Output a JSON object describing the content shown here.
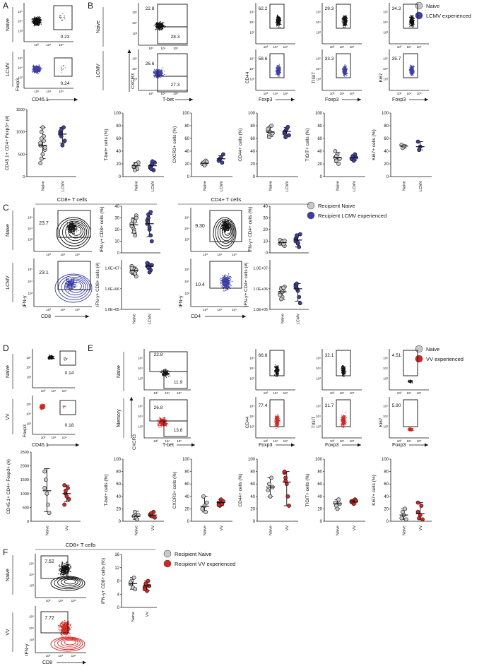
{
  "colors": {
    "naive": "#c8c8c8",
    "lcmv": "#3d3fa6",
    "vv": "#d8241f",
    "dots": "#111111",
    "blue_dots": "#3d3fa6",
    "red_dots": "#d8241f"
  },
  "panel_letters": [
    "A",
    "B",
    "C",
    "D",
    "E",
    "F"
  ],
  "legend_top": {
    "naive": "Naive",
    "lcmv": "LCMV experienced"
  },
  "legend_c": {
    "naive": "Recipient Naive",
    "lcmv": "Recipient LCMV experienced"
  },
  "legend_d": {
    "naive": "Naive",
    "vv": "VV experienced"
  },
  "legend_f": {
    "naive": "Recipient Naive",
    "vv": "Recipient VV experienced"
  },
  "row_labels": {
    "naive": "Naive",
    "lcmv": "LCMV",
    "vv": "VV",
    "memory": "Memory"
  },
  "axis_labels": {
    "foxp3": "Foxp3",
    "cd45": "CD45.1",
    "cxcr3": "CXCR3",
    "tbet": "T-bet",
    "cd44": "CD44",
    "tigit": "TIGIT",
    "ki67": "Ki67",
    "ifng": "IFN-γ",
    "cd8": "CD8",
    "cd4": "CD4"
  },
  "headers": {
    "cd8": "CD8+ T cells",
    "cd4": "CD4+ T cells"
  },
  "flow_values": {
    "A": {
      "naive": "0.23",
      "lcmv": "0.24"
    },
    "B_cxcr3": {
      "naive_tl": "22.8",
      "naive_br": "28.3",
      "lcmv_tl": "26.6",
      "lcmv_br": "27.3"
    },
    "B_cd44": {
      "naive": "62.2",
      "lcmv": "58.6"
    },
    "B_tigit": {
      "naive": "29.3",
      "lcmv": "33.3"
    },
    "B_ki67": {
      "naive": "34.3",
      "lcmv": "35.7"
    },
    "C_cd8": {
      "naive": "23.7",
      "lcmv": "23.1"
    },
    "C_cd4": {
      "naive": "9.30",
      "lcmv": "10.4"
    },
    "D": {
      "naive": "0.14",
      "vv": "0.18"
    },
    "E_cxcr3": {
      "naive_tl": "22.8",
      "naive_br": "11.9",
      "mem_tl": "26.8",
      "mem_br": "13.8"
    },
    "E_cd44": {
      "naive": "66.8",
      "vv": "77.4"
    },
    "E_tigit": {
      "naive": "32.1",
      "vv": "31.7"
    },
    "E_ki67": {
      "naive": "4.51",
      "vv": "5.90"
    },
    "F": {
      "naive": "7.52",
      "vv": "7.72"
    }
  },
  "chart_data": [
    {
      "id": "A_count",
      "type": "scatter",
      "ylabel": "CD45.1+ CD4+ Foxp3+ (#)",
      "yticks": [
        "0",
        "500",
        "1000",
        "1500"
      ],
      "ylim": [
        0,
        1500
      ],
      "categories": [
        "Naive",
        "LCMV"
      ],
      "series": [
        {
          "values": [
            700,
            1000,
            500,
            800,
            600,
            300,
            400,
            1100,
            900,
            650,
            750,
            850
          ]
        },
        {
          "values": [
            1000,
            900,
            700,
            1100,
            800,
            950,
            1050
          ]
        }
      ],
      "summary": [
        {
          "median": 700,
          "lo": 400,
          "hi": 1100
        },
        {
          "median": 950,
          "lo": 750,
          "hi": 1100
        }
      ]
    },
    {
      "id": "B_tbet",
      "type": "scatter",
      "ylabel": "T-bet+ cells (%)",
      "yticks": [
        "0",
        "20",
        "40",
        "60",
        "80",
        "100"
      ],
      "ylim": [
        0,
        100
      ],
      "categories": [
        "Naive",
        "LCMV"
      ],
      "series": [
        {
          "values": [
            15,
            18,
            20,
            12,
            22,
            16,
            10,
            19
          ]
        },
        {
          "values": [
            14,
            18,
            20,
            10,
            22,
            16,
            12,
            24
          ]
        }
      ],
      "summary": [
        {
          "median": 17,
          "lo": 12,
          "hi": 22
        },
        {
          "median": 17,
          "lo": 12,
          "hi": 23
        }
      ]
    },
    {
      "id": "B_cxcr3",
      "type": "scatter",
      "ylabel": "CXCR3+ cells (%)",
      "yticks": [
        "0",
        "20",
        "40",
        "60",
        "80",
        "100"
      ],
      "ylim": [
        0,
        100
      ],
      "categories": [
        "Naive",
        "LCMV"
      ],
      "series": [
        {
          "values": [
            20,
            22,
            18,
            25,
            23
          ]
        },
        {
          "values": [
            25,
            28,
            30,
            22,
            35
          ]
        }
      ],
      "summary": [
        {
          "median": 21,
          "lo": 18,
          "hi": 24
        },
        {
          "median": 28,
          "lo": 23,
          "hi": 33
        }
      ]
    },
    {
      "id": "B_cd44",
      "type": "scatter",
      "ylabel": "CD44+ cells (%)",
      "yticks": [
        "0",
        "20",
        "40",
        "60",
        "80",
        "100"
      ],
      "ylim": [
        0,
        100
      ],
      "categories": [
        "Naive",
        "LCMV"
      ],
      "series": [
        {
          "values": [
            72,
            65,
            70,
            80,
            68,
            75,
            62
          ]
        },
        {
          "values": [
            68,
            72,
            75,
            78,
            65,
            70,
            62
          ]
        }
      ],
      "summary": [
        {
          "median": 70,
          "lo": 63,
          "hi": 79
        },
        {
          "median": 71,
          "lo": 64,
          "hi": 77
        }
      ]
    },
    {
      "id": "B_tigit",
      "type": "scatter",
      "ylabel": "TIGIT+ cells (%)",
      "yticks": [
        "0",
        "20",
        "40",
        "60",
        "80",
        "100"
      ],
      "ylim": [
        0,
        100
      ],
      "categories": [
        "Naive",
        "LCMV"
      ],
      "series": [
        {
          "values": [
            30,
            25,
            35,
            20,
            28,
            40,
            32
          ]
        },
        {
          "values": [
            28,
            32,
            25,
            35,
            30
          ]
        }
      ],
      "summary": [
        {
          "median": 30,
          "lo": 22,
          "hi": 38
        },
        {
          "median": 30,
          "lo": 25,
          "hi": 34
        }
      ]
    },
    {
      "id": "B_ki67",
      "type": "scatter",
      "ylabel": "Ki67+ cells (%)",
      "yticks": [
        "0",
        "20",
        "40",
        "60",
        "80",
        "100"
      ],
      "ylim": [
        0,
        100
      ],
      "categories": [
        "Naive",
        "LCMV"
      ],
      "series": [
        {
          "values": [
            50,
            45,
            48
          ]
        },
        {
          "values": [
            55,
            42,
            47
          ]
        }
      ],
      "summary": [
        {
          "median": 48,
          "lo": 45,
          "hi": 50
        },
        {
          "median": 47,
          "lo": 42,
          "hi": 55
        }
      ]
    },
    {
      "id": "C_cd8_pct",
      "type": "scatter",
      "ylabel": "IFN-γ+ CD8+ cells (%)",
      "yticks": [
        "0",
        "10",
        "20",
        "30",
        "40"
      ],
      "ylim": [
        0,
        40
      ],
      "categories": [],
      "series": [
        {
          "values": [
            24,
            28,
            20,
            15,
            32,
            25,
            22,
            18,
            27,
            30,
            23
          ]
        },
        {
          "values": [
            28,
            33,
            20,
            15,
            10,
            25,
            30,
            22,
            35
          ]
        }
      ],
      "summary": [
        {
          "median": 24,
          "lo": 17,
          "hi": 30
        },
        {
          "median": 25,
          "lo": 14,
          "hi": 33
        }
      ]
    },
    {
      "id": "C_cd8_num",
      "type": "scatter",
      "ylabel": "IFN-γ+ CD8+ cells (#)",
      "yticks": [
        "1.0E+05",
        "1.0E+06",
        "1.0E+07"
      ],
      "ylim": [
        5,
        7.4
      ],
      "categories": [
        "Naive",
        "LCMV"
      ],
      "series": [
        {
          "values": [
            6.8,
            6.9,
            7.0,
            6.7,
            6.6,
            7.1,
            6.85,
            6.95,
            6.75,
            6.9,
            7.0
          ]
        },
        {
          "values": [
            7.1,
            7.2,
            7.0,
            6.9,
            7.15,
            7.25,
            7.05,
            6.8
          ]
        }
      ],
      "summary": [
        {
          "median": 6.9,
          "lo": 6.7,
          "hi": 7.05
        },
        {
          "median": 7.1,
          "lo": 6.95,
          "hi": 7.2
        }
      ]
    },
    {
      "id": "C_cd4_pct",
      "type": "scatter",
      "ylabel": "IFN-γ+ CD4+ cells (%)",
      "yticks": [
        "0",
        "10",
        "20",
        "30",
        "40"
      ],
      "ylim": [
        0,
        40
      ],
      "categories": [],
      "series": [
        {
          "values": [
            8,
            9,
            10,
            7,
            6,
            11,
            8.5,
            9.5,
            7.5,
            10.5
          ]
        },
        {
          "values": [
            12,
            14,
            8,
            5,
            16,
            10,
            15,
            9
          ]
        }
      ],
      "summary": [
        {
          "median": 8.7,
          "lo": 7,
          "hi": 10.5
        },
        {
          "median": 11,
          "lo": 5,
          "hi": 16
        }
      ]
    },
    {
      "id": "C_cd4_num",
      "type": "scatter",
      "ylabel": "IFN-γ+ CD4+ cells (#)",
      "yticks": [
        "1.0E+05",
        "1.0E+06",
        "1.0E+07"
      ],
      "ylim": [
        5,
        7.4
      ],
      "categories": [
        "Naive",
        "LCMV"
      ],
      "series": [
        {
          "values": [
            5.8,
            6.0,
            5.6,
            5.9,
            6.1,
            5.7,
            5.5,
            5.85,
            6.05
          ]
        },
        {
          "values": [
            6.2,
            6.25,
            5.9,
            5.6,
            5.3,
            6.1,
            6.0
          ]
        }
      ],
      "summary": [
        {
          "median": 5.85,
          "lo": 5.5,
          "hi": 6.1
        },
        {
          "median": 6.0,
          "lo": 5.4,
          "hi": 6.25
        }
      ]
    },
    {
      "id": "D_count",
      "type": "scatter",
      "ylabel": "CD45.1+ CD4+ Foxp3+ (#)",
      "yticks": [
        "0",
        "500",
        "1000",
        "1500",
        "2000",
        "2500"
      ],
      "ylim": [
        0,
        2500
      ],
      "categories": [
        "Naive",
        "VV"
      ],
      "series": [
        {
          "values": [
            1800,
            1500,
            1000,
            600,
            300,
            1200
          ]
        },
        {
          "values": [
            1300,
            1000,
            900,
            1200,
            800,
            600,
            1100
          ]
        }
      ],
      "summary": [
        {
          "median": 1100,
          "lo": 350,
          "hi": 1900
        },
        {
          "median": 1000,
          "lo": 700,
          "hi": 1300
        }
      ]
    },
    {
      "id": "E_tbet",
      "type": "scatter",
      "ylabel": "T-bet+ cells (%)",
      "yticks": [
        "0",
        "20",
        "40",
        "60",
        "80",
        "100"
      ],
      "ylim": [
        0,
        100
      ],
      "categories": [
        "Naive",
        "VV"
      ],
      "series": [
        {
          "values": [
            8,
            15,
            5,
            3,
            10
          ]
        },
        {
          "values": [
            10,
            12,
            8,
            15,
            6,
            11,
            13
          ]
        }
      ],
      "summary": [
        {
          "median": 8,
          "lo": 3,
          "hi": 16
        },
        {
          "median": 10,
          "lo": 6,
          "hi": 14
        }
      ]
    },
    {
      "id": "E_cxcr3",
      "type": "scatter",
      "ylabel": "CXCR3+ cells (%)",
      "yticks": [
        "0",
        "20",
        "40",
        "60",
        "80",
        "100"
      ],
      "ylim": [
        0,
        100
      ],
      "categories": [
        "Naive",
        "VV"
      ],
      "series": [
        {
          "values": [
            20,
            40,
            25,
            15,
            30
          ]
        },
        {
          "values": [
            30,
            25,
            35,
            28,
            32,
            26
          ]
        }
      ],
      "summary": [
        {
          "median": 24,
          "lo": 15,
          "hi": 40
        },
        {
          "median": 30,
          "lo": 25,
          "hi": 35
        }
      ]
    },
    {
      "id": "E_cd44",
      "type": "scatter",
      "ylabel": "CD44+ cells (%)",
      "yticks": [
        "0",
        "20",
        "40",
        "60",
        "80",
        "100"
      ],
      "ylim": [
        0,
        100
      ],
      "categories": [
        "Naive",
        "VV"
      ],
      "series": [
        {
          "values": [
            50,
            60,
            40,
            70,
            55
          ]
        },
        {
          "values": [
            78,
            70,
            60,
            40,
            25,
            80,
            65
          ]
        }
      ],
      "summary": [
        {
          "median": 55,
          "lo": 40,
          "hi": 70
        },
        {
          "median": 63,
          "lo": 25,
          "hi": 80
        }
      ]
    },
    {
      "id": "E_tigit",
      "type": "scatter",
      "ylabel": "TIGIT+ cells (%)",
      "yticks": [
        "0",
        "20",
        "40",
        "60",
        "80",
        "100"
      ],
      "ylim": [
        0,
        100
      ],
      "categories": [
        "Naive",
        "VV"
      ],
      "series": [
        {
          "values": [
            30,
            25,
            20,
            35,
            28
          ]
        },
        {
          "values": [
            32,
            30,
            28,
            35,
            33,
            31
          ]
        }
      ],
      "summary": [
        {
          "median": 28,
          "lo": 20,
          "hi": 35
        },
        {
          "median": 31,
          "lo": 28,
          "hi": 35
        }
      ]
    },
    {
      "id": "E_ki67",
      "type": "scatter",
      "ylabel": "Ki67+ cells (%)",
      "yticks": [
        "0",
        "20",
        "40",
        "60",
        "80",
        "100"
      ],
      "ylim": [
        0,
        100
      ],
      "categories": [
        "Naive",
        "VV"
      ],
      "series": [
        {
          "values": [
            5,
            15,
            10,
            20,
            3
          ]
        },
        {
          "values": [
            30,
            5,
            10,
            25,
            3,
            15
          ]
        }
      ],
      "summary": [
        {
          "median": 10,
          "lo": 3,
          "hi": 20
        },
        {
          "median": 12,
          "lo": 3,
          "hi": 30
        }
      ]
    },
    {
      "id": "F_pct",
      "type": "scatter",
      "ylabel": "IFN-γ+ CD8+ cells (%)",
      "yticks": [
        "0",
        "4",
        "8",
        "12",
        "16"
      ],
      "ylim": [
        0,
        16
      ],
      "categories": [
        "Naive",
        "VV"
      ],
      "series": [
        {
          "values": [
            7,
            8,
            6,
            9,
            5.5,
            7.5
          ]
        },
        {
          "values": [
            6,
            7,
            5,
            8,
            6.5,
            5.5,
            7.2
          ]
        }
      ],
      "summary": [
        {
          "median": 7.2,
          "lo": 5.5,
          "hi": 9
        },
        {
          "median": 6.5,
          "lo": 5,
          "hi": 8
        }
      ]
    }
  ]
}
